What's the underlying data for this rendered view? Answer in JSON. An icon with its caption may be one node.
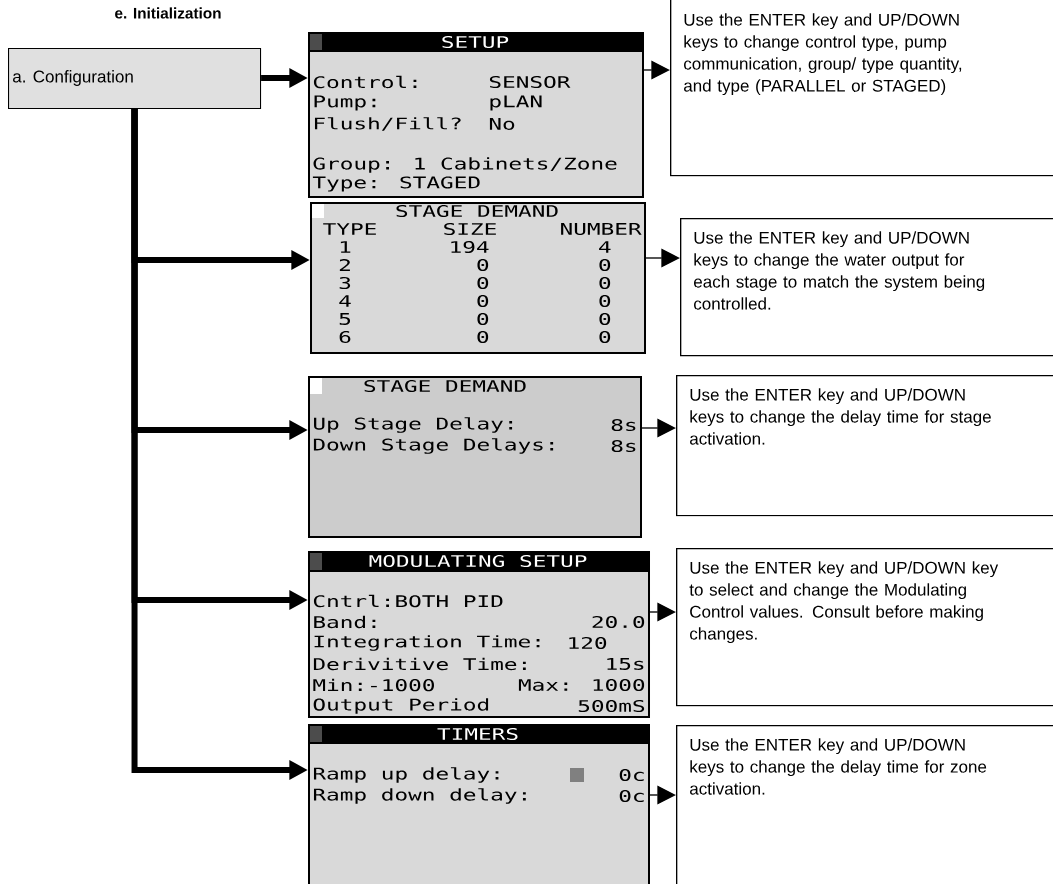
{
  "diagram": {
    "title": "e. Initialization",
    "nodes": [
      {
        "text": [
          "a. Configuration"
        ]
      },
      {
        "text": [
          "SETUP",
          "Control:",
          "SENSOR",
          "Pump:",
          "pLAN",
          "Flush/Fill?",
          "No",
          "Group: 1 Cabinets/Zone",
          "Type: STAGED"
        ]
      },
      {
        "text": [
          "STAGE DEMAND",
          "TYPE",
          "SIZE",
          "NUMBER",
          "1",
          "194",
          "4",
          "2",
          "0",
          "0",
          "3",
          "0",
          "0",
          "4",
          "0",
          "0",
          "5",
          "0",
          "0",
          "6",
          "0",
          "0"
        ]
      },
      {
        "text": [
          "STAGE DEMAND",
          "Up Stage Delay:",
          "8s",
          "Down Stage Delays:",
          "8s"
        ]
      },
      {
        "text": [
          "MODULATING SETUP",
          "Cntrl:BOTH PID",
          "Band:",
          "20.0",
          "Integration Time:",
          "120",
          "Derivitive Time:",
          "15s",
          "Min:-1000",
          "Max: 1000",
          "Output Period",
          "500mS"
        ]
      },
      {
        "text": [
          "TIMERS",
          "Ramp up delay:",
          "0c",
          "Ramp down delay:",
          "0c"
        ]
      },
      {
        "text": [
          "Use the ENTER key and UP/DOWN keys to change control type, pump communication, group/ type quantity, and type (PARALLEL or STAGED)"
        ]
      },
      {
        "text": [
          "Use the ENTER key and UP/DOWN keys to change the water output for each stage to match the system being controlled."
        ]
      },
      {
        "text": [
          "Use the ENTER key and UP/DOWN keys to change the delay time for stage activation."
        ]
      },
      {
        "text": [
          "Use the ENTER key and UP/DOWN key to select and change the Modulating Control values. Consult before making changes."
        ]
      },
      {
        "text": [
          "Use the ENTER key and UP/DOWN keys to change the delay time for zone activation."
        ]
      }
    ],
    "edges": [
      {
        "from": 0,
        "to": 1,
        "arrow": "to",
        "style": "thick"
      },
      {
        "from": 0,
        "to": 2,
        "arrow": "to",
        "style": "thick"
      },
      {
        "from": 0,
        "to": 3,
        "arrow": "to",
        "style": "thick"
      },
      {
        "from": 0,
        "to": 4,
        "arrow": "to",
        "style": "thick"
      },
      {
        "from": 0,
        "to": 5,
        "arrow": "to",
        "style": "thick"
      },
      {
        "from": 1,
        "to": 6,
        "arrow": "to"
      },
      {
        "from": 2,
        "to": 7,
        "arrow": "to"
      },
      {
        "from": 3,
        "to": 8,
        "arrow": "to"
      },
      {
        "from": 4,
        "to": 9,
        "arrow": "to"
      },
      {
        "from": 5,
        "to": 10,
        "arrow": "to"
      }
    ]
  }
}
